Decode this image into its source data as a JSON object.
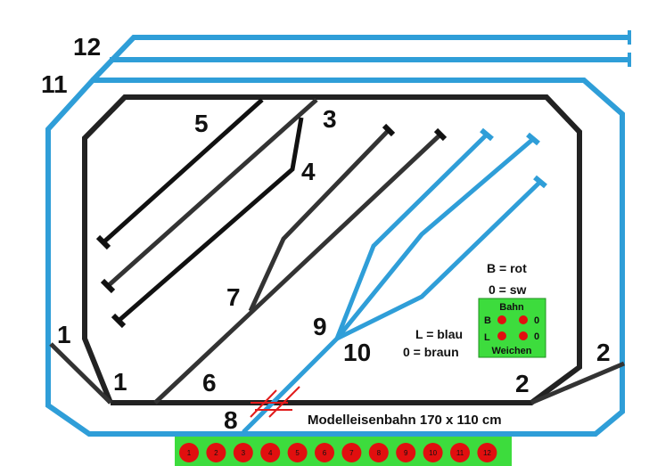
{
  "colors": {
    "track_blue": "#2f9ed8",
    "track_black": "#222222",
    "track_gray": "#333333",
    "panel_green": "#3ddc3d",
    "button_red": "#e10f0f",
    "crossing_red": "#e11b1b"
  },
  "track_labels": {
    "t12": "12",
    "t11": "11",
    "t5": "5",
    "t3": "3",
    "t4": "4",
    "t7": "7",
    "t9": "9",
    "t10": "10",
    "t1_outer": "1",
    "t1_inner": "1",
    "t6": "6",
    "t2_inner": "2",
    "t2_outer": "2",
    "t8": "8"
  },
  "legend": {
    "b_rot": "B = rot",
    "zero_sw": "0 = sw",
    "l_blau": "L = blau",
    "zero_braun": "0 = braun"
  },
  "control_box": {
    "title": "Bahn",
    "footer": "Weichen",
    "row1_left": "B",
    "row1_right": "0",
    "row2_left": "L",
    "row2_right": "0"
  },
  "caption": "Modelleisenbahn 170 x 110 cm",
  "buttons": [
    "1",
    "2",
    "3",
    "4",
    "5",
    "6",
    "7",
    "8",
    "9",
    "10",
    "11",
    "12"
  ]
}
